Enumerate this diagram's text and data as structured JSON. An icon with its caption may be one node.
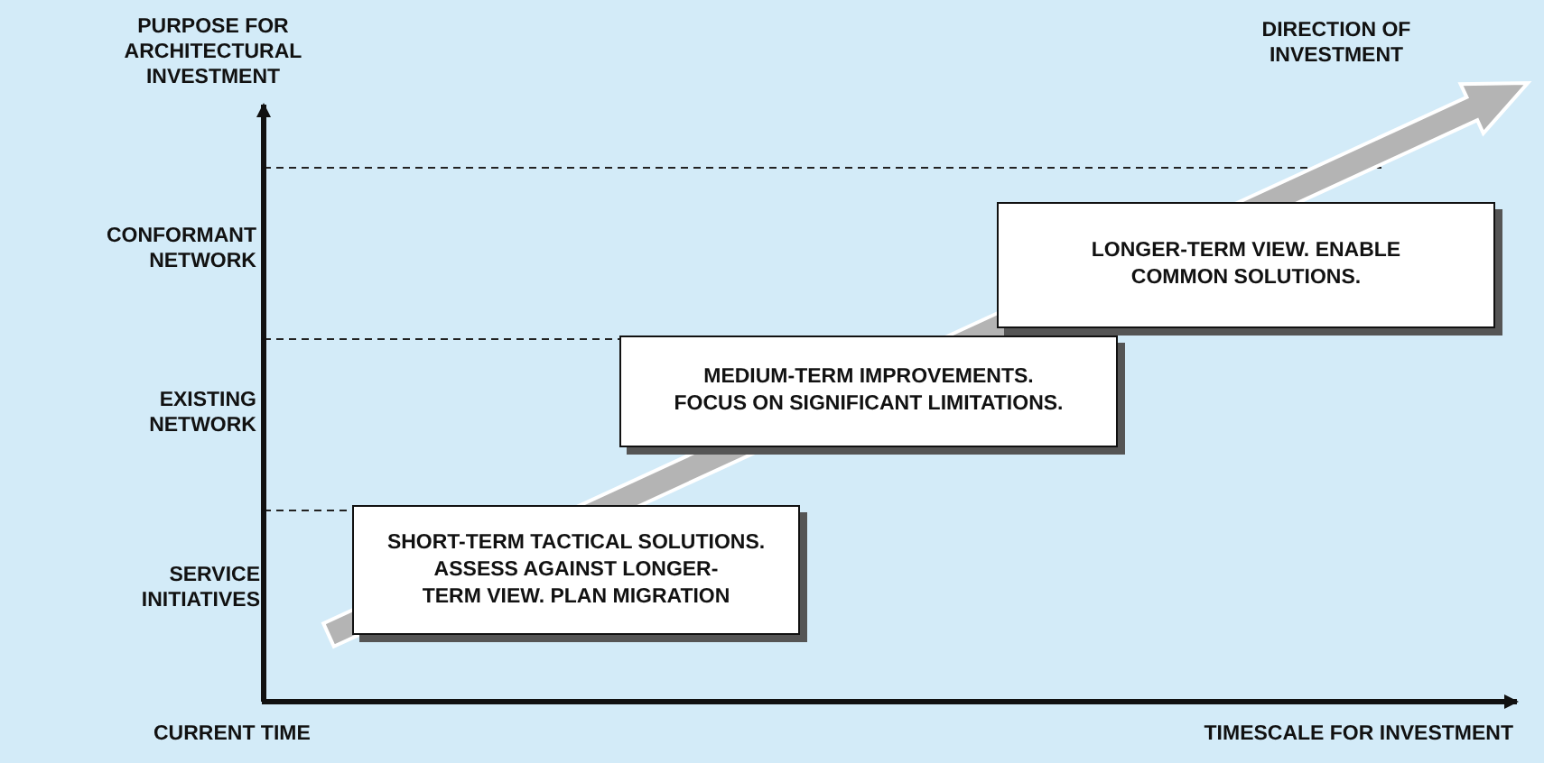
{
  "diagram": {
    "nodes": [
      {
        "text": [
          "SHORT-TERM TACTICAL SOLUTIONS. ASSESS AGAINST LONGER-TERM VIEW. PLAN MIGRATION"
        ]
      },
      {
        "text": [
          "MEDIUM-TERM IMPROVEMENTS. FOCUS ON SIGNIFICANT LIMITATIONS."
        ]
      },
      {
        "text": [
          "LONGER-TERM VIEW. ENABLE COMMON SOLUTIONS."
        ]
      }
    ],
    "labels": [
      "PURPOSE FOR ARCHITECTURAL INVESTMENT",
      "DIRECTION OF INVESTMENT",
      "CONFORMANT NETWORK",
      "EXISTING NETWORK",
      "SERVICE INITIATIVES",
      "CURRENT TIME",
      "TIMESCALE FOR INVESTMENT"
    ]
  }
}
